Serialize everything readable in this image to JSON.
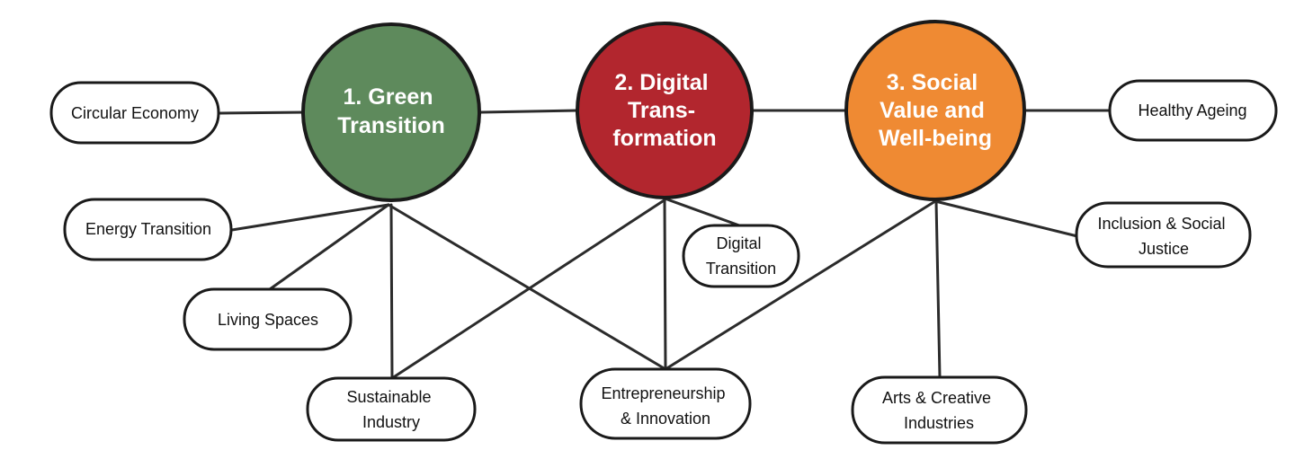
{
  "hubs": {
    "green": {
      "lines": [
        "1. Green",
        "Transition"
      ],
      "color": "#5e8a5c"
    },
    "digital": {
      "lines": [
        "2. Digital",
        "Trans-",
        "formation"
      ],
      "color": "#b2262e"
    },
    "social": {
      "lines": [
        "3. Social",
        "Value and",
        "Well-being"
      ],
      "color": "#ef8a33"
    }
  },
  "topics": {
    "circular_economy": [
      "Circular Economy"
    ],
    "energy_transition": [
      "Energy Transition"
    ],
    "living_spaces": [
      "Living Spaces"
    ],
    "sustainable_industry": [
      "Sustainable",
      "Industry"
    ],
    "digital_transition": [
      "Digital",
      "Transition"
    ],
    "entrepreneurship": [
      "Entrepreneurship",
      "& Innovation"
    ],
    "healthy_ageing": [
      "Healthy Ageing"
    ],
    "inclusion": [
      "Inclusion & Social",
      "Justice"
    ],
    "arts": [
      "Arts & Creative",
      "Industries"
    ]
  }
}
